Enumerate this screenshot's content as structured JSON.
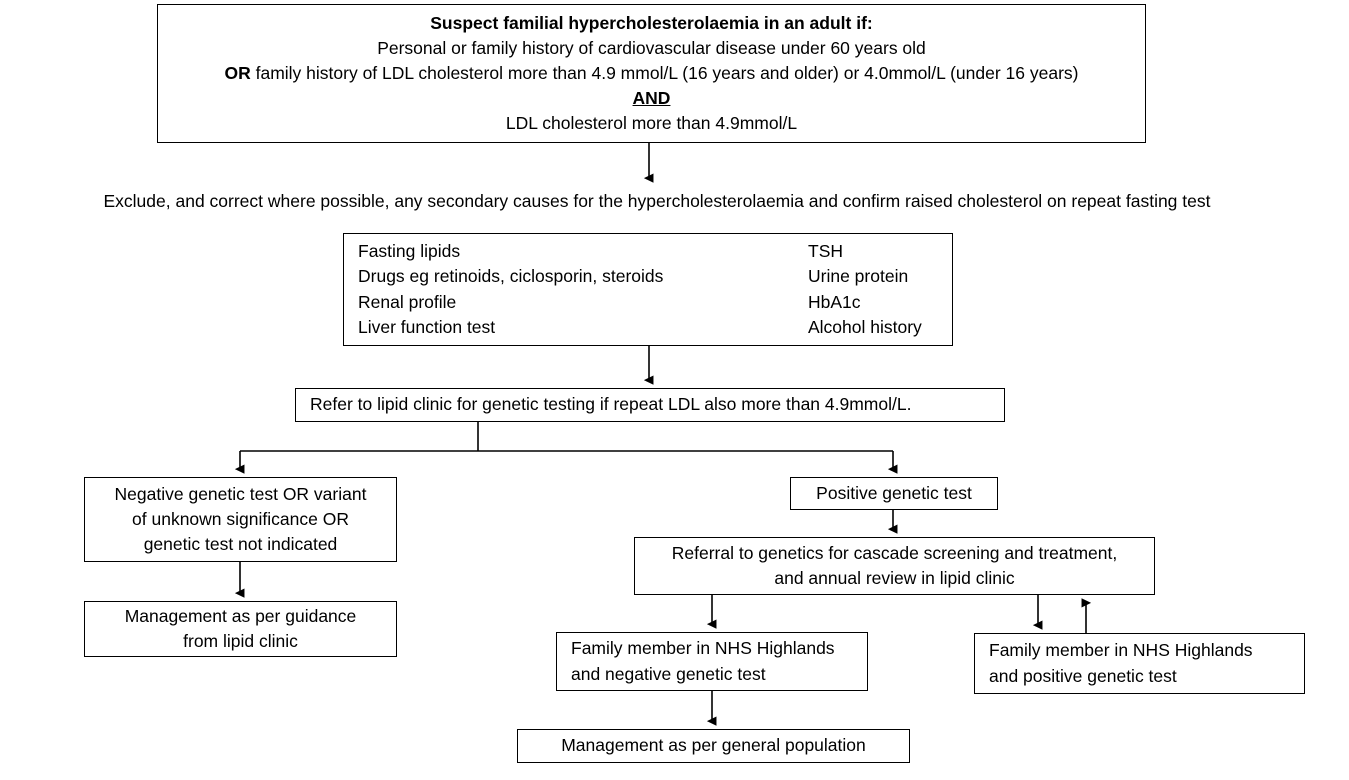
{
  "diagram": {
    "title": "Familial hypercholesterolaemia pathway",
    "stroke_color": "#000000",
    "background_color": "#ffffff"
  },
  "nodes": {
    "suspect": {
      "heading": "Suspect familial hypercholesterolaemia in an adult if:",
      "line2": "Personal or family history of cardiovascular disease under 60 years old",
      "line3_prefix": "OR",
      "line3": " family history of LDL cholesterol more than 4.9 mmol/L (16 years and older) or 4.0mmol/L (under 16 years)",
      "line4": "AND",
      "line5": "LDL cholesterol more than 4.9mmol/L"
    },
    "exclude": {
      "text": "Exclude, and correct where possible, any secondary causes for the hypercholesterolaemia and confirm raised cholesterol on repeat fasting test"
    },
    "tests": {
      "left_column": [
        "Fasting lipids",
        "Drugs eg retinoids, ciclosporin, steroids",
        "Renal profile",
        "Liver function test"
      ],
      "right_column": [
        "TSH",
        "Urine protein",
        "HbA1c",
        "Alcohol history"
      ]
    },
    "refer": {
      "text": "Refer to lipid clinic for genetic testing if repeat LDL also more than 4.9mmol/L."
    },
    "negative": {
      "line1": "Negative genetic test OR variant",
      "line2": "of unknown significance OR",
      "line3": "genetic test not indicated"
    },
    "management_lipid": {
      "line1": "Management as per guidance",
      "line2": "from lipid clinic"
    },
    "positive": {
      "text": "Positive genetic test"
    },
    "referral_genetics": {
      "line1": "Referral to genetics for cascade screening and treatment,",
      "line2": "and annual review in lipid clinic"
    },
    "family_negative": {
      "line1": "Family member in NHS Highlands",
      "line2": "and negative genetic test"
    },
    "family_positive": {
      "line1": "Family member in NHS Highlands",
      "line2": "and positive genetic test"
    },
    "management_general": {
      "text": "Management as per general population"
    }
  },
  "connectors": [
    {
      "name": "suspect-to-exclude",
      "from": "suspect",
      "to": "exclude",
      "style": "arrow-down"
    },
    {
      "name": "tests-to-refer",
      "from": "tests",
      "to": "refer",
      "style": "arrow-down"
    },
    {
      "name": "refer-to-negative",
      "from": "refer",
      "to": "negative",
      "style": "elbow-left-arrow-down"
    },
    {
      "name": "refer-to-positive",
      "from": "refer",
      "to": "positive",
      "style": "elbow-right-arrow-down"
    },
    {
      "name": "negative-to-management-lipid",
      "from": "negative",
      "to": "management_lipid",
      "style": "arrow-down"
    },
    {
      "name": "positive-to-referral",
      "from": "positive",
      "to": "referral_genetics",
      "style": "arrow-down"
    },
    {
      "name": "referral-to-family-negative",
      "from": "referral_genetics",
      "to": "family_negative",
      "style": "arrow-down"
    },
    {
      "name": "referral-to-family-positive",
      "from": "referral_genetics",
      "to": "family_positive",
      "style": "arrow-down"
    },
    {
      "name": "family-positive-to-referral",
      "from": "family_positive",
      "to": "referral_genetics",
      "style": "arrow-up"
    },
    {
      "name": "family-negative-to-management-general",
      "from": "family_negative",
      "to": "management_general",
      "style": "arrow-down"
    }
  ]
}
